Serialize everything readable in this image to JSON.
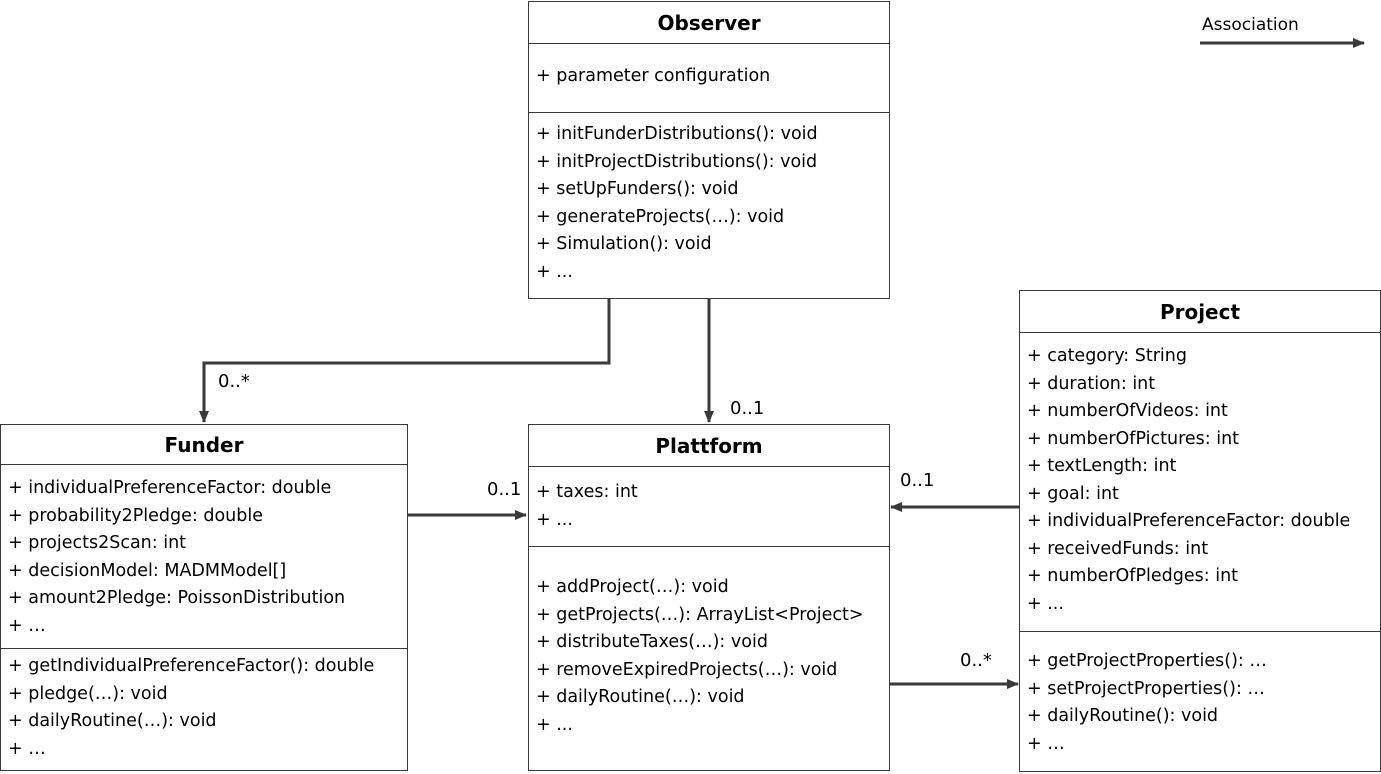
{
  "legend": {
    "label": "Association"
  },
  "observer": {
    "title": "Observer",
    "attributes": [
      "+ parameter configuration"
    ],
    "methods": [
      "+ initFunderDistributions(): void",
      "+ initProjectDistributions(): void",
      "+ setUpFunders(): void",
      "+ generateProjects(…): void",
      "+ Simulation(): void",
      "+ ..."
    ]
  },
  "funder": {
    "title": "Funder",
    "attributes": [
      "+ individualPreferenceFactor: double",
      "+ probability2Pledge: double",
      "+ projects2Scan: int",
      "+ decisionModel: MADMModel[]",
      "+ amount2Pledge: PoissonDistribution",
      "+ …"
    ],
    "methods": [
      "+ getIndividualPreferenceFactor(): double",
      "+ pledge(…): void",
      "+ dailyRoutine(…): void",
      "+ …"
    ]
  },
  "plattform": {
    "title": "Plattform",
    "attributes": [
      "+ taxes: int",
      "+ ..."
    ],
    "methods": [
      "+ addProject(…): void",
      "+ getProjects(…): ArrayList<Project>",
      "+ distributeTaxes(…): void",
      "+ removeExpiredProjects(…): void",
      "+ dailyRoutine(…): void",
      "+ ..."
    ]
  },
  "project": {
    "title": "Project",
    "attributes": [
      "+ category: String",
      "+ duration: int",
      "+ numberOfVideos: int",
      "+ numberOfPictures: int",
      "+ textLength: int",
      "+ goal: int",
      "+ individualPreferenceFactor: double",
      "+ receivedFunds: int",
      "+ numberOfPledges: int",
      "+ ..."
    ],
    "methods": [
      "+ getProjectProperties(): …",
      "+ setProjectProperties(): …",
      "+ dailyRoutine(): void",
      "+ …"
    ]
  },
  "multiplicities": {
    "observer_funder": "0..*",
    "observer_plattform": "0..1",
    "funder_plattform": "0..1",
    "project_plattform": "0..1",
    "plattform_project": "0..*"
  }
}
